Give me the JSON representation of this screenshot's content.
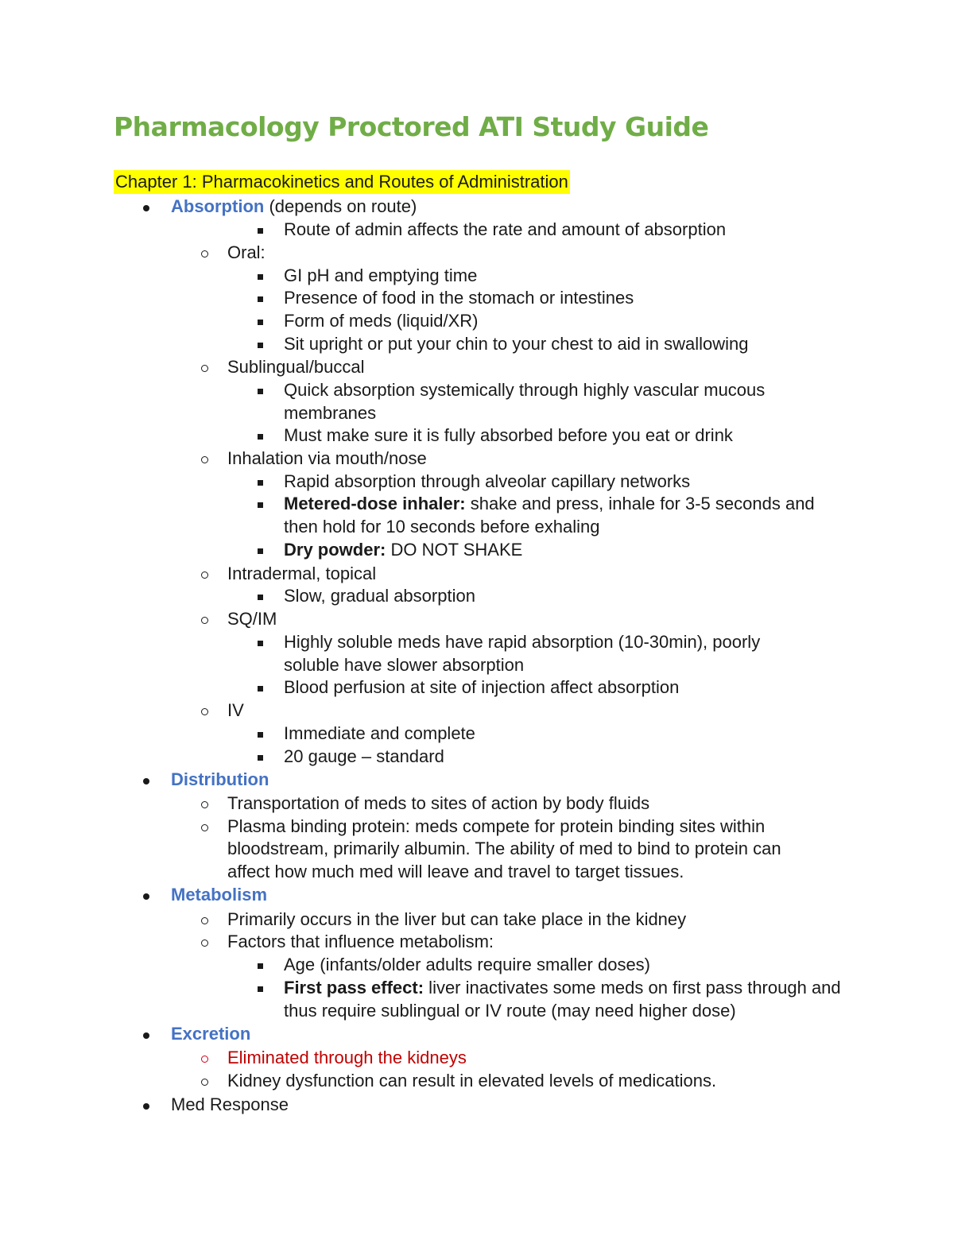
{
  "title": "Pharmacology Proctored ATI Study Guide",
  "chapter": "Chapter 1: Pharmacokinetics and Routes of Administration",
  "absorption": {
    "heading": "Absorption",
    "note": " (depends on route)",
    "route_note": "Route of admin affects the rate and amount of absorption",
    "oral": {
      "label": "Oral:",
      "items": [
        "GI pH and emptying time",
        "Presence of food in the stomach or intestines",
        "Form of meds (liquid/XR)",
        "Sit upright or put your chin to your chest to aid in swallowing"
      ]
    },
    "sublingual": {
      "label": "Sublingual/buccal",
      "item1_a": "Quick absorption systemically through highly vascular mucous",
      "item1_b": "membranes",
      "item2": "Must make sure it is fully absorbed before you eat or drink"
    },
    "inhalation": {
      "label": "Inhalation via mouth/nose",
      "item1": "Rapid absorption through alveolar capillary networks",
      "mdi_bold": "Metered-dose inhaler:",
      "mdi_a": " shake and press, inhale for 3-5 seconds and",
      "mdi_b": "then hold for 10 seconds before exhaling",
      "dry_bold": "Dry powder:",
      "dry_text": " DO NOT SHAKE"
    },
    "intradermal": {
      "label": "Intradermal, topical",
      "item1": "Slow, gradual absorption"
    },
    "sqim": {
      "label": "SQ/IM",
      "item1_a": "Highly soluble meds have rapid absorption (10-30min), poorly",
      "item1_b": "soluble have slower absorption",
      "item2": "Blood perfusion at site of injection affect absorption"
    },
    "iv": {
      "label": "IV",
      "item1": "Immediate and complete",
      "item2": "20 gauge – standard"
    }
  },
  "distribution": {
    "heading": "Distribution",
    "item1": "Transportation of meds to sites of action by body fluids",
    "item2_a": "Plasma binding protein: meds compete for protein binding sites within",
    "item2_b": "bloodstream, primarily albumin. The ability of med to bind to protein can",
    "item2_c": "affect how much med will leave and travel to target tissues."
  },
  "metabolism": {
    "heading": "Metabolism",
    "item1": "Primarily occurs in the liver but can take place in the kidney",
    "item2": "Factors that influence metabolism:",
    "age": "Age (infants/older adults require smaller doses)",
    "fpe_bold": "First pass effect:",
    "fpe_a": " liver inactivates some meds on first pass through and",
    "fpe_b": "thus require sublingual or IV route (may need higher dose)"
  },
  "excretion": {
    "heading": "Excretion",
    "item1": "Eliminated through the kidneys",
    "item2": "Kidney dysfunction can result in elevated levels of medications."
  },
  "med_response": "Med Response",
  "colors": {
    "title": "#70ad47",
    "heading": "#4472c4",
    "highlight": "#ffff00",
    "emphasis": "#c00000"
  }
}
